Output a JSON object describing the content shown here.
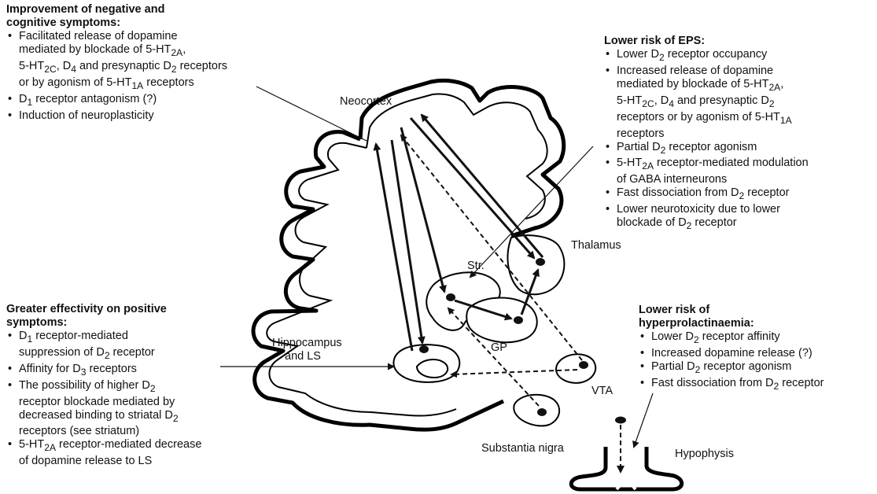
{
  "blocks": {
    "negative": {
      "heading": [
        "Improvement of negative and",
        "cognitive symptoms:"
      ],
      "items": [
        [
          "Facilitated release of dopamine",
          "mediated by blockade of 5-HT2A,",
          "5-HT2C, D4 and presynaptic D2 receptors",
          "or by  agonism of  5-HT1A receptors"
        ],
        [
          "D1 receptor antagonism (?)"
        ],
        [
          "Induction of neuroplasticity"
        ]
      ]
    },
    "eps": {
      "heading": [
        "Lower risk of EPS:"
      ],
      "items": [
        [
          "Lower D2 receptor occupancy"
        ],
        [
          "Increased release of dopamine",
          "mediated by blockade of 5-HT2A,",
          "5-HT2C, D4 and presynaptic D2",
          "receptors or by agonism of 5-HT1A",
          "receptors"
        ],
        [
          "Partial D2 receptor agonism"
        ],
        [
          "5-HT2A receptor-mediated modulation",
          "of GABA interneurons"
        ],
        [
          "Fast dissociation from D2 receptor"
        ],
        [
          "Lower neurotoxicity due to lower",
          "blockade of D2 receptor"
        ]
      ]
    },
    "positive": {
      "heading": [
        "Greater effectivity on positive",
        "symptoms:"
      ],
      "items": [
        [
          "D1 receptor-mediated",
          "suppression of D2 receptor"
        ],
        [
          "Affinity for D3 receptors"
        ],
        [
          "The possibility of higher D2",
          "receptor blockade mediated by",
          "decreased binding to striatal D2",
          "receptors (see striatum)"
        ],
        [
          "5-HT2A receptor-mediated decrease",
          "of dopamine release to LS"
        ]
      ]
    },
    "prolactin": {
      "heading": [
        "Lower risk of",
        "hyperprolactinaemia:"
      ],
      "items": [
        [
          "Lower D2 receptor affinity"
        ],
        [
          "Increased dopamine release (?)"
        ],
        [
          "Partial D2 receptor agonism"
        ],
        [
          "Fast dissociation from D2 receptor"
        ]
      ]
    }
  },
  "labels": {
    "neocortex": "Neocortex",
    "thalamus": "Thalamus",
    "striatum": "Str.",
    "gp": "GP",
    "hippocampus": [
      "Hippocampus",
      "and LS"
    ],
    "vta": "VTA",
    "substantia_nigra": "Substantia nigra",
    "hypophysis": "Hypophysis"
  }
}
